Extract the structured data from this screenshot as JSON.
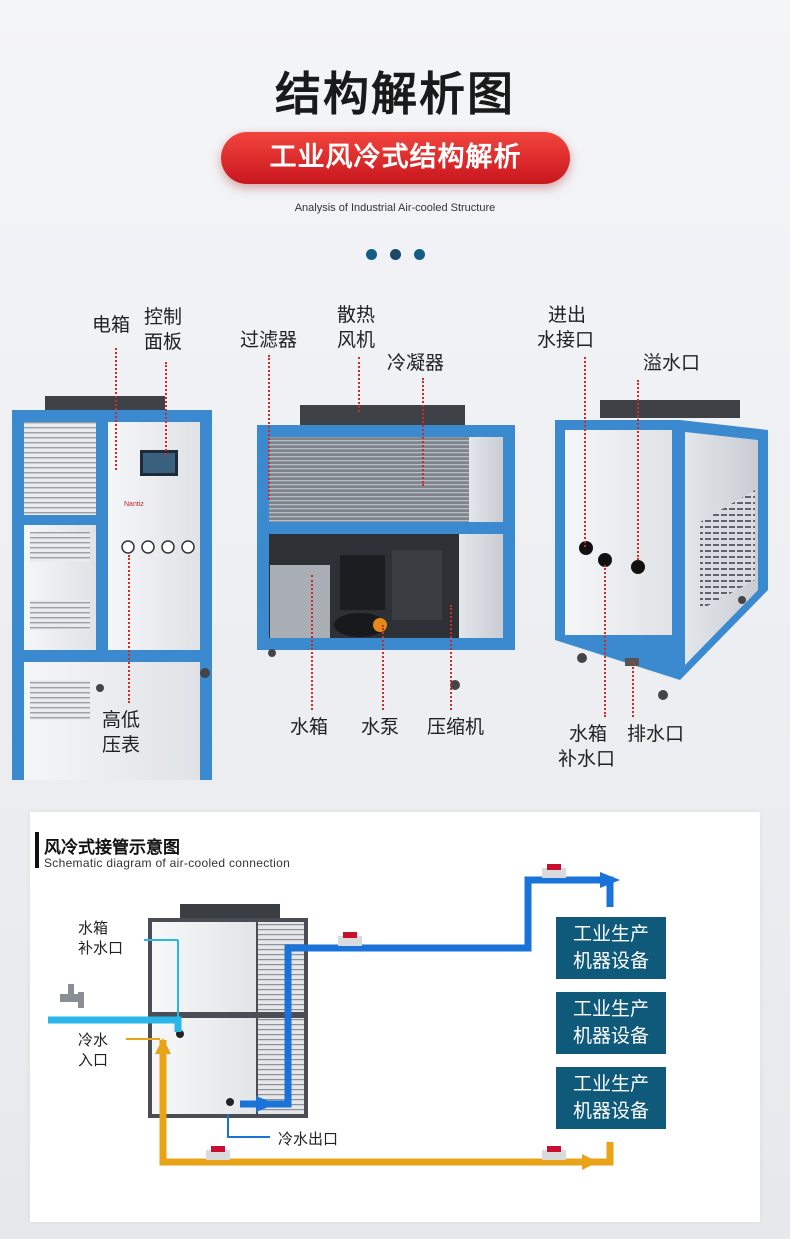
{
  "header": {
    "title": "结构解析图",
    "pill_label": "工业风冷式结构解析",
    "subtitle_en": "Analysis of Industrial Air-cooled Structure"
  },
  "colors": {
    "red": "#d32a25",
    "dot_blue": "#135e85",
    "dot_dark": "#1d4766",
    "unit_blue": "#3b8ad0",
    "pipe_blue": "#1a73d9",
    "pipe_cyan": "#29b6e8",
    "pipe_orange": "#e8a317",
    "equip_box": "#0f5a7a"
  },
  "structure_labels": {
    "electric_box": "电箱",
    "control_panel": [
      "控制",
      "面板"
    ],
    "filter": "过滤器",
    "fan": [
      "散热",
      "风机"
    ],
    "condenser": "冷凝器",
    "inlet_outlet": [
      "进出",
      "水接口"
    ],
    "overflow": "溢水口",
    "pressure_gauge": [
      "高低",
      "压表"
    ],
    "water_tank": "水箱",
    "water_pump": "水泵",
    "compressor": "压缩机",
    "tank_refill": [
      "水箱",
      "补水口"
    ],
    "drain": "排水口"
  },
  "unit_text": {
    "brand": "Nantiz"
  },
  "schematic": {
    "title": "风冷式接管示意图",
    "subtitle_en": "Schematic diagram of air-cooled connection",
    "label_refill": [
      "水箱",
      "补水口"
    ],
    "label_cold_in": [
      "冷水",
      "入口"
    ],
    "label_cold_out": "冷水出口",
    "equipment": [
      [
        "工业生产",
        "机器设备"
      ],
      [
        "工业生产",
        "机器设备"
      ],
      [
        "工业生产",
        "机器设备"
      ]
    ]
  }
}
